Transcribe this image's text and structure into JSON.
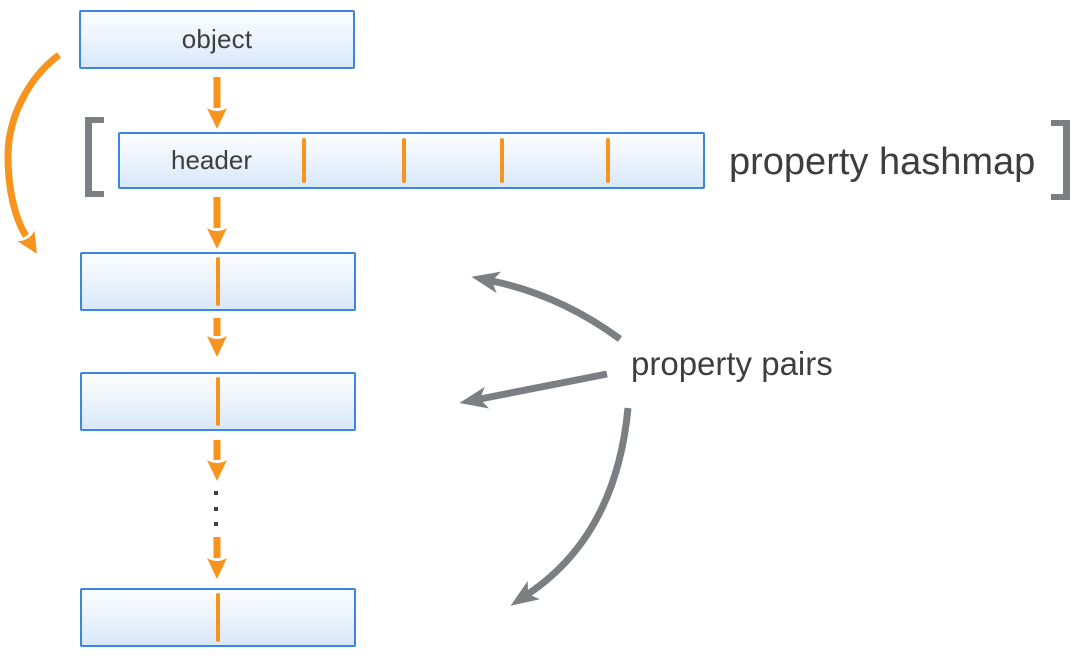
{
  "nodes": {
    "object": {
      "label": "object"
    },
    "hashmap": {
      "header_label": "header",
      "caption": "property hashmap",
      "slot_count": 5,
      "divider_count": 4
    },
    "pair_rows": {
      "caption": "property pairs",
      "visible_rows": 3
    }
  },
  "icons": {
    "flow_arrowhead": "solid-orange-triangle",
    "pointer_arrowhead": "gray-stealth-triangle",
    "ellipsis": "vertical-dots"
  },
  "colors": {
    "flow_accent": "#F7941E",
    "box_border": "#3B87DF",
    "box_fill_top": "#FBFDFE",
    "box_fill_bottom": "#D8E8FA",
    "pointer_gray": "#7C7F82",
    "text": "#3E3E40",
    "background": "#FFFFFF"
  }
}
